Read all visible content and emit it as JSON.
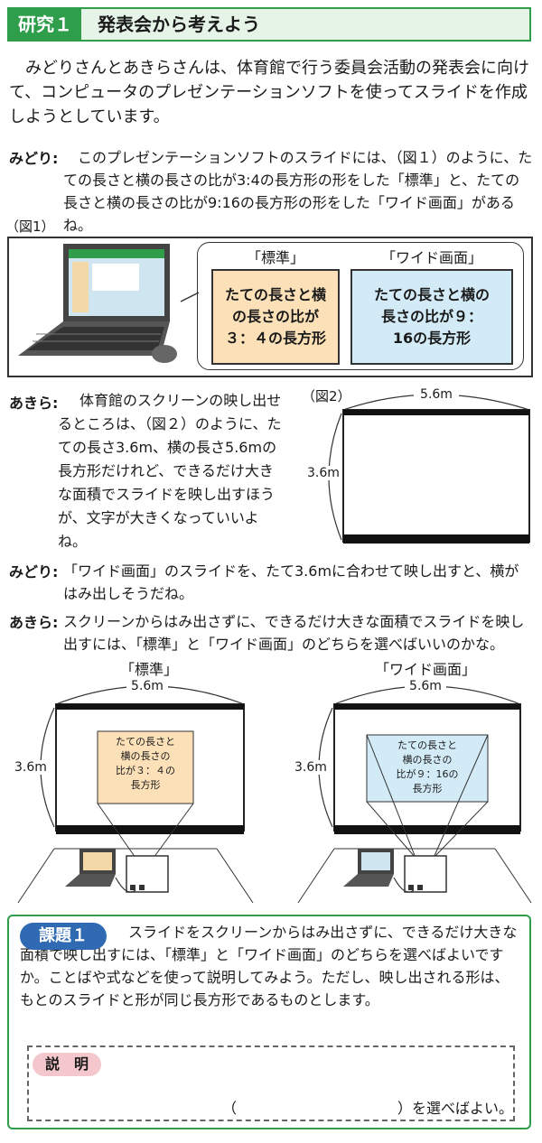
{
  "header": {
    "tag": "研究１",
    "title": "発表会から考えよう"
  },
  "intro": "みどりさんとあきらさんは、体育館で行う委員会活動の発表会に向けて、コンピュータのプレゼンテーションソフトを使ってスライドを作成しようとしています。",
  "dialogue1": {
    "speaker": "みどり:",
    "text": "このプレゼンテーションソフトのスライドには、（図１）のように、たての長さと横の長さの比が3:4の長方形の形をした「標準」と、たての長さと横の長さの比が9:16の長方形の形をした「ワイド画面」があるね。"
  },
  "fig1": {
    "label": "（図1）",
    "standard_label": "「標準」",
    "wide_label": "「ワイド画面」",
    "standard_text": "たての長さと横の長さの比が３：４の長方形",
    "wide_text": "たての長さと横の長さの比が９：16の長方形"
  },
  "dialogue2": {
    "speaker": "あきら:",
    "text": "体育館のスクリーンの映し出せるところは、（図２）のように、たての長さ3.6m、横の長さ5.6mの長方形だけれど、できるだけ大きな面積でスライドを映し出すほうが、文字が大きくなっていいよね。"
  },
  "fig2": {
    "label": "（図2）",
    "width": "5.6m",
    "height": "3.6m"
  },
  "dialogue3": {
    "speaker": "みどり:",
    "text": "「ワイド画面」のスライドを、たて3.6mに合わせて映し出すと、横がはみ出しそうだね。"
  },
  "dialogue4": {
    "speaker": "あきら:",
    "text": "スクリーンからはみ出さずに、できるだけ大きな面積でスライドを映し出すには、「標準」と「ワイド画面」のどちらを選べばいいのかな。"
  },
  "fig3": {
    "left_title": "「標準」",
    "right_title": "「ワイド画面」",
    "width": "5.6m",
    "height": "3.6m",
    "left_text": [
      "たての長さと",
      "横の長さの",
      "比が３：４の",
      "長方形"
    ],
    "right_text": [
      "たての長さと",
      "横の長さの",
      "比が９：16の",
      "長方形"
    ]
  },
  "task": {
    "tag": "課題１",
    "text": "スライドをスクリーンからはみ出さずに、できるだけ大きな面積で映し出すには、「標準」と「ワイド画面」のどちらを選べばよいですか。ことばや式などを使って説明してみよう。ただし、映し出される形は、もとのスライドと形が同じ長方形であるものとします。",
    "answer_tag": "説　明",
    "answer_open": "（",
    "answer_close": "）を選べばよい。"
  },
  "colors": {
    "green": "#2e9e4a",
    "orange": "#fce0b8",
    "blue": "#d3ebf7",
    "navy": "#2f6ab3",
    "pink": "#f4c7cc"
  }
}
